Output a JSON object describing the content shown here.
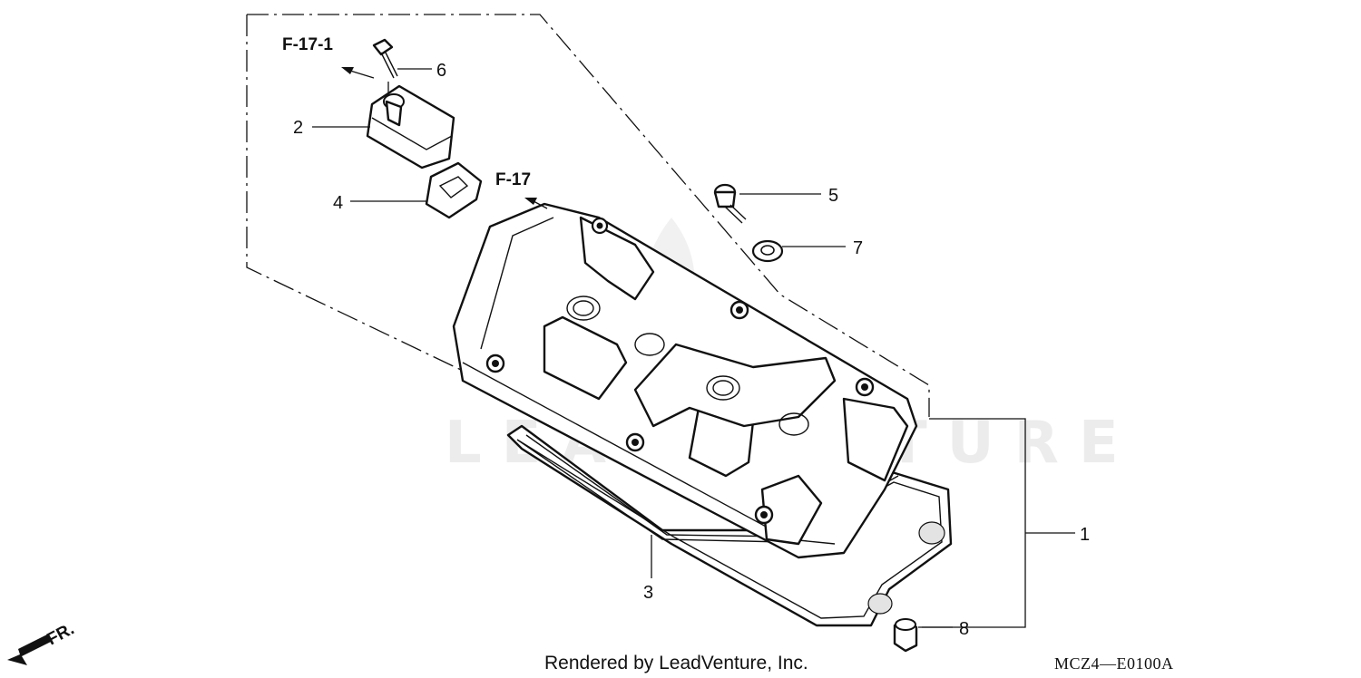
{
  "callouts": {
    "c1": "1",
    "c2": "2",
    "c3": "3",
    "c4": "4",
    "c5": "5",
    "c6": "6",
    "c7": "7",
    "c8": "8"
  },
  "refs": {
    "f17_1": "F-17-1",
    "f17": "F-17"
  },
  "direction": {
    "label": "FR.",
    "icon": "front-arrow-icon"
  },
  "watermark": "LEADVENTURE",
  "footer": {
    "rendered_by": "Rendered by LeadVenture, Inc.",
    "diagram_code": "MCZ4—E0100A"
  },
  "colors": {
    "ink": "#111111",
    "watermark": "#ececec",
    "background": "#ffffff"
  }
}
